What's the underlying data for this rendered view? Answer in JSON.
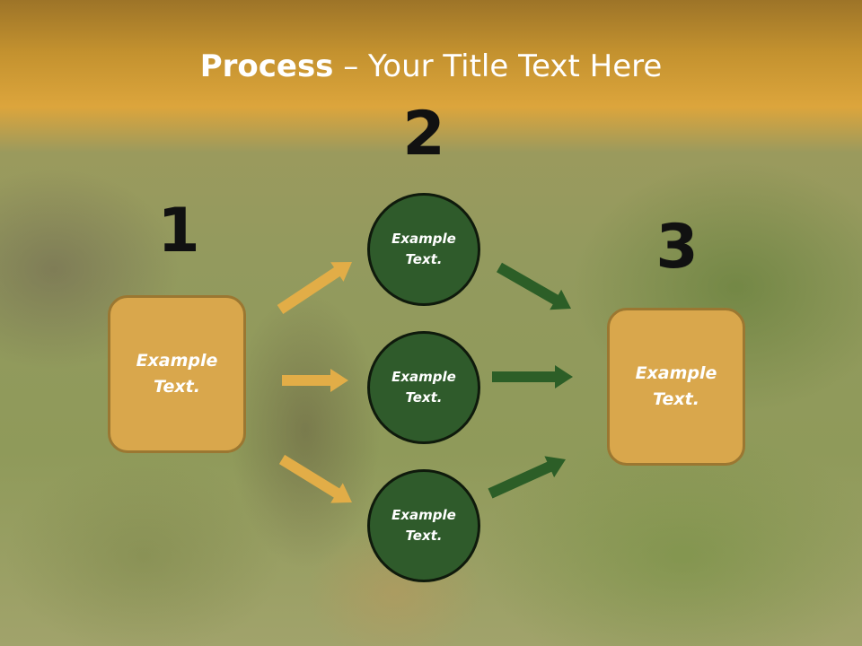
{
  "title": {
    "bold": "Process",
    "rest": " – Your Title Text Here"
  },
  "steps": [
    {
      "number": "1",
      "text": "Example\nText."
    },
    {
      "number": "2",
      "texts": [
        "Example\nText.",
        "Example\nText.",
        "Example\nText."
      ]
    },
    {
      "number": "3",
      "text": "Example\nText."
    }
  ],
  "colors": {
    "title_band": "#dca53c",
    "box_fill": "#d9a74c",
    "box_border": "#9b7731",
    "circle_fill": "#2f5b2b",
    "arrow_gold": "#e2ad47",
    "arrow_green": "#2c5e27"
  }
}
